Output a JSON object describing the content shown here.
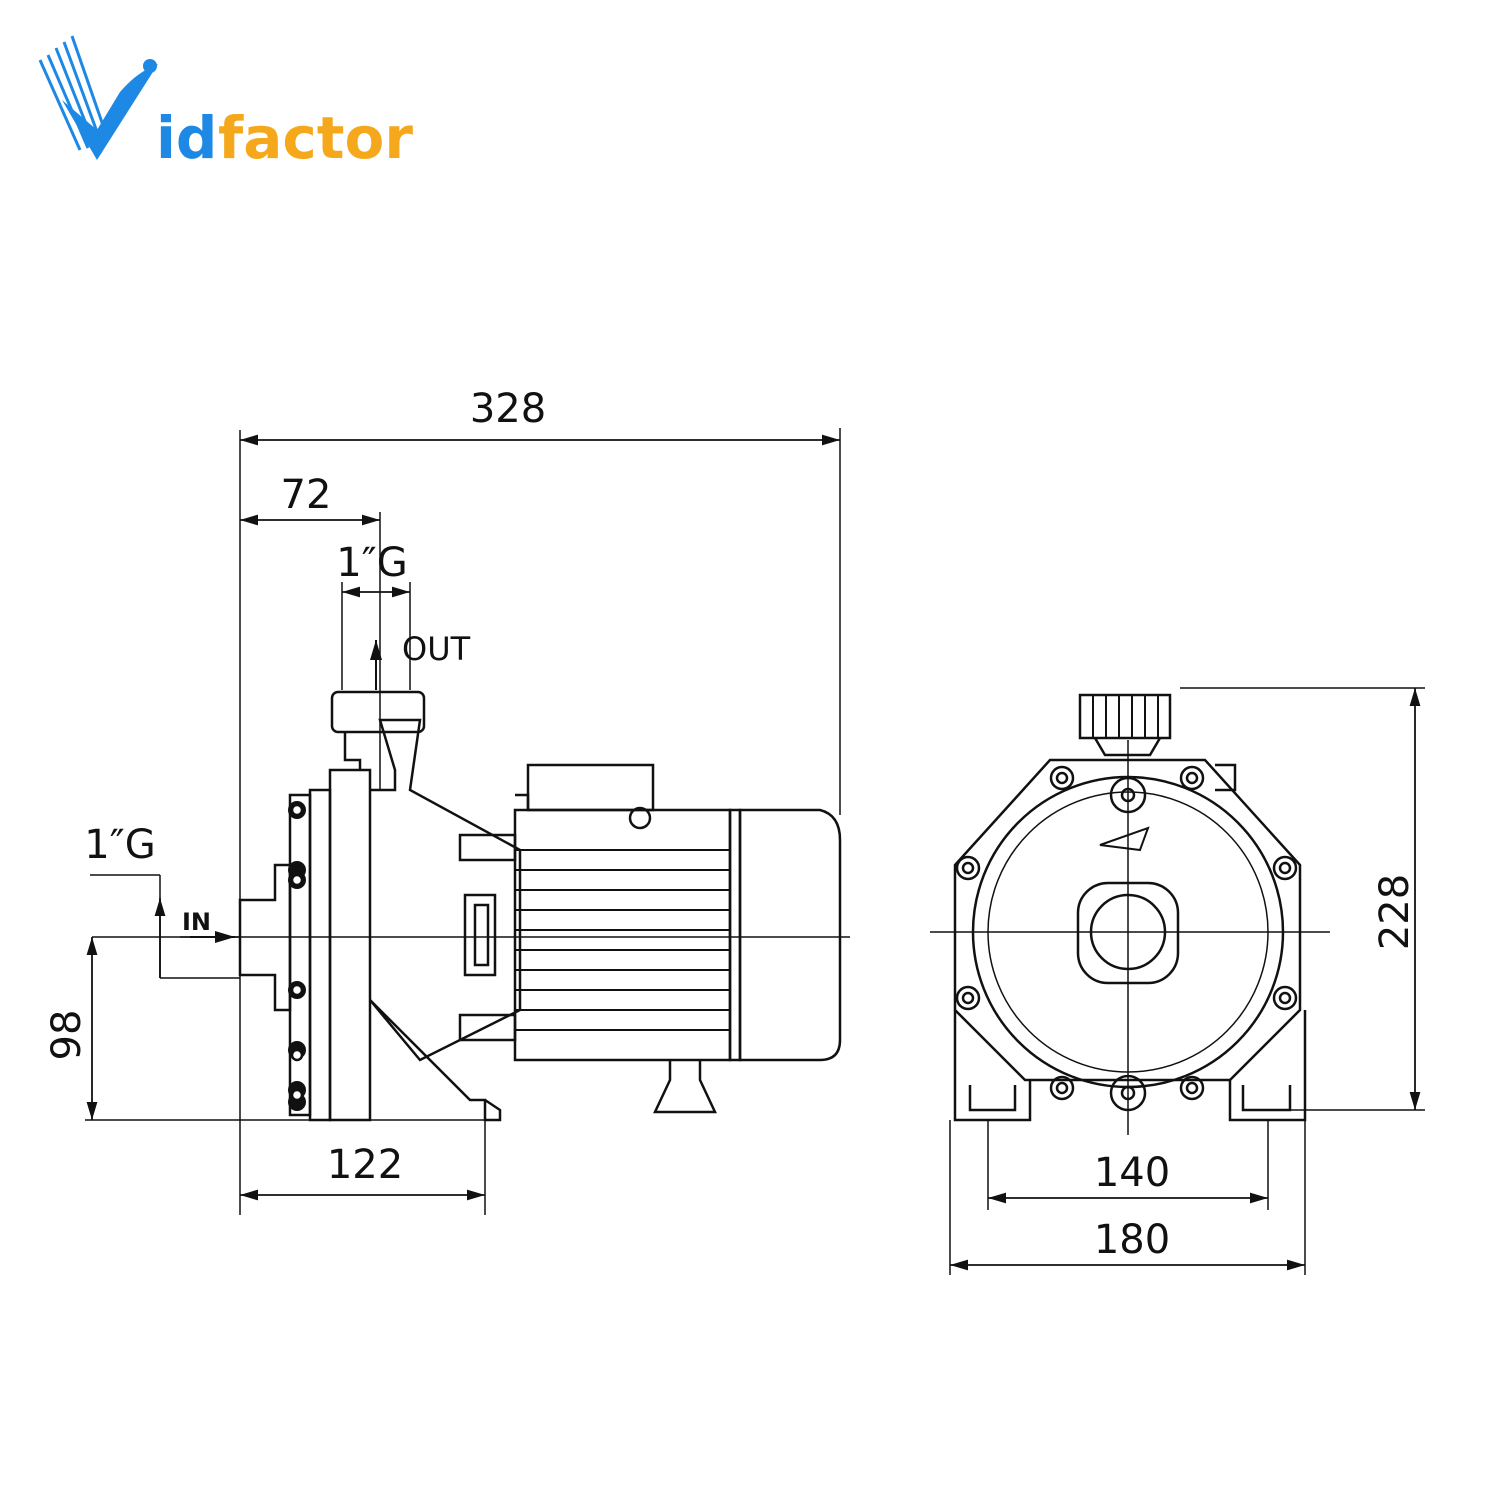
{
  "brand": {
    "logo_text_v": "V",
    "logo_text_id": "id",
    "logo_text_factor": "factor",
    "color_blue": "#1e88e5",
    "color_orange": "#f6a81c"
  },
  "colors": {
    "line": "#111111"
  },
  "side_view": {
    "dim_total_length": "328",
    "dim_outlet_offset": "72",
    "dim_outlet_thread": "1″G",
    "outlet_label": "OUT",
    "dim_inlet_thread": "1″G",
    "inlet_label": "IN",
    "dim_axis_height": "98",
    "dim_base_length": "122"
  },
  "front_view": {
    "dim_total_height": "228",
    "dim_foot_spacing": "140",
    "dim_base_width": "180"
  }
}
